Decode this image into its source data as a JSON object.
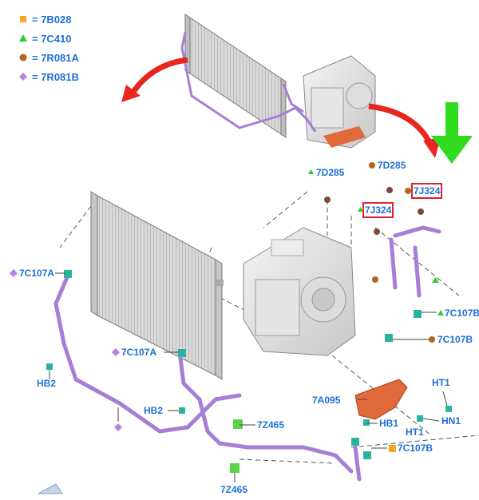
{
  "legend": [
    {
      "symbol": "square",
      "color": "#f5a623",
      "text": "= 7B028"
    },
    {
      "symbol": "triangle",
      "color": "#2ecc2e",
      "text": "= 7C410"
    },
    {
      "symbol": "circle",
      "color": "#b5651d",
      "text": "= 7R081A"
    },
    {
      "symbol": "diamond",
      "color": "#b784e0",
      "text": "= 7R081B"
    }
  ],
  "callouts": {
    "c1": "7D285",
    "c2": "7D285",
    "c3": "7J324",
    "c4": "7J324",
    "c5": "7C107A",
    "c6": "7C107B",
    "c7": "7C107B",
    "c8": "7C107A",
    "c9": "HB2",
    "c10": "HB2",
    "c11": "7A095",
    "c12": "HB1",
    "c13": "HT1",
    "c14": "HN1",
    "c15": "HT1",
    "c16": "7Z465",
    "c17": "7Z465",
    "c18": "7C107B"
  },
  "colors": {
    "label": "#1f6fd6",
    "arrow_red": "#e8261f",
    "arrow_green": "#2fdc1f",
    "tube": "#a77ed6",
    "highlight_box": "#e0202a",
    "bracket": "#e06a3c"
  }
}
